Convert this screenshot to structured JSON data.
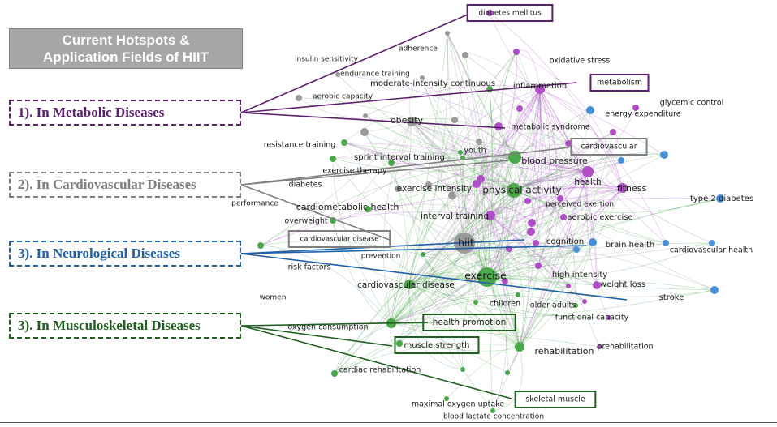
{
  "title": {
    "line1": "Current Hotspots &",
    "line2": "Application Fields of HIIT"
  },
  "categories": [
    {
      "label": "1). In Metabolic Diseases",
      "color": "#5b1f6e"
    },
    {
      "label": "2). In Cardiovascular Diseases",
      "color": "#7f7f7f"
    },
    {
      "label": "3). In Neurological Diseases",
      "color": "#1f5fa6"
    },
    {
      "label": "3). In Musculoskeletal Diseases",
      "color": "#1e5e1e"
    }
  ],
  "cluster_colors": {
    "green": "#4aa84a",
    "purple": "#b04ec8",
    "blue": "#4a90d9",
    "grey": "#9a9a9a"
  },
  "terms": [
    "diabetes mellitus",
    "adherence",
    "insulin sensitivity",
    "oxidative stress",
    "endurance training",
    "moderate-intensity continuous",
    "inflammation",
    "metabolism",
    "glycemic control",
    "aerobic capacity",
    "energy expenditure",
    "obesity",
    "metabolic syndrome",
    "resistance training",
    "cardiovascular",
    "youth",
    "sprint interval training",
    "blood pressure",
    "exercise therapy",
    "health",
    "diabetes",
    "exercise intensity",
    "physical activity",
    "fitness",
    "performance",
    "cardiometabolic health",
    "perceived exertion",
    "type 2 diabetes",
    "interval training",
    "overweight",
    "aerobic exercise",
    "cardiovascular disease",
    "hiit",
    "cognition",
    "brain health",
    "cardiovascular health",
    "prevention",
    "risk factors",
    "exercise",
    "high intensity",
    "cardiovascular disease",
    "weight loss",
    "women",
    "stroke",
    "children",
    "older adults",
    "functional capacity",
    "oxygen consumption",
    "health promotion",
    "muscle strength",
    "rehabilitation",
    "prehabilitation",
    "cardiac rehabilitation",
    "maximal oxygen uptake",
    "skeletal muscle",
    "blood lactate concentration"
  ]
}
